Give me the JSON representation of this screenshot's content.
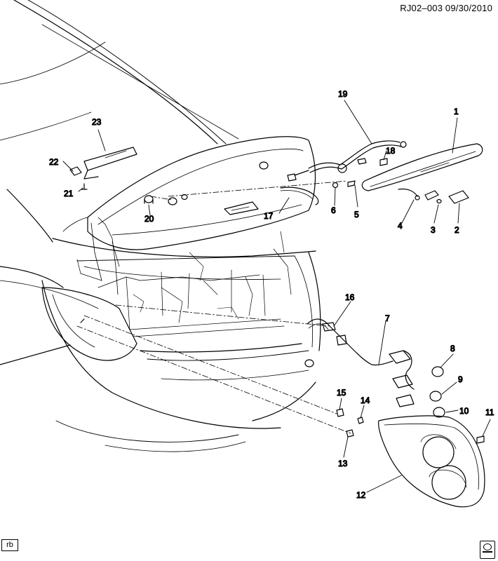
{
  "header": {
    "drawing_id": "RJ02–003  09/30/2010"
  },
  "footer": {
    "illustrator_code": "rb",
    "logo_icon": "gm-spo-logo-icon"
  },
  "callouts": [
    {
      "id": "c1",
      "label": "1"
    },
    {
      "id": "c2",
      "label": "2"
    },
    {
      "id": "c3",
      "label": "3"
    },
    {
      "id": "c4",
      "label": "4"
    },
    {
      "id": "c5",
      "label": "5"
    },
    {
      "id": "c6",
      "label": "6"
    },
    {
      "id": "c7",
      "label": "7"
    },
    {
      "id": "c8",
      "label": "8"
    },
    {
      "id": "c9",
      "label": "9"
    },
    {
      "id": "c10",
      "label": "10"
    },
    {
      "id": "c11",
      "label": "11"
    },
    {
      "id": "c12",
      "label": "12"
    },
    {
      "id": "c13",
      "label": "13"
    },
    {
      "id": "c14",
      "label": "14"
    },
    {
      "id": "c15",
      "label": "15"
    },
    {
      "id": "c16",
      "label": "16"
    },
    {
      "id": "c17",
      "label": "17"
    },
    {
      "id": "c18",
      "label": "18"
    },
    {
      "id": "c19",
      "label": "19"
    },
    {
      "id": "c20",
      "label": "20"
    },
    {
      "id": "c21",
      "label": "21"
    },
    {
      "id": "c22",
      "label": "22"
    },
    {
      "id": "c23",
      "label": "23"
    }
  ]
}
